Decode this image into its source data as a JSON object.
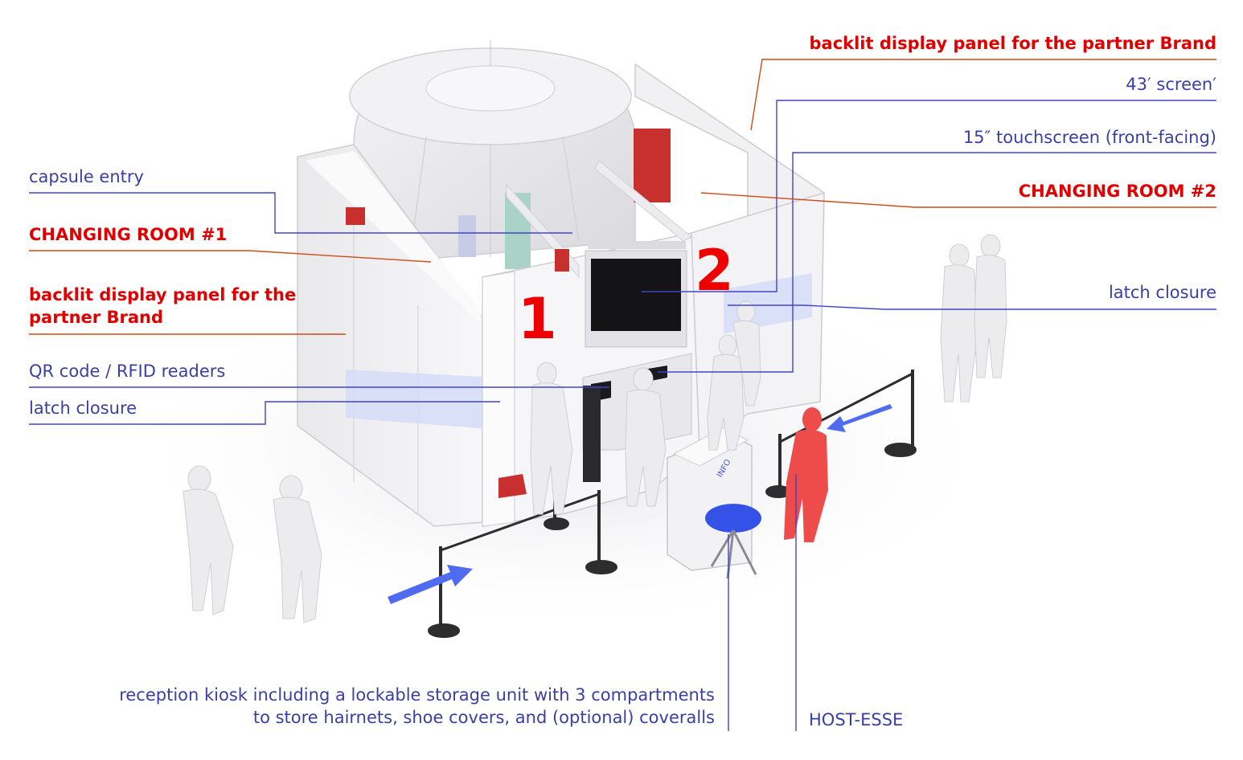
{
  "labels": {
    "capsule_entry": "capsule entry",
    "changing_room_1": "CHANGING ROOM #1",
    "backlit_left_line1": "backlit display panel for the",
    "backlit_left_line2": "partner Brand",
    "qr_rfid": "QR code / RFID readers",
    "latch_left": "latch closure",
    "backlit_top": "backlit display panel for the partner Brand",
    "screen_43": "43′ screen′",
    "touchscreen_15": "15″ touchscreen (front-facing)",
    "changing_room_2": "CHANGING ROOM #2",
    "latch_right": "latch closure",
    "kiosk_line1": "reception kiosk including a lockable storage unit with 3 compartments",
    "kiosk_line2": "to store hairnets, shoe covers, and (optional) coveralls",
    "host_esse": "HOST-ESSE",
    "door_number_1": "1",
    "door_number_2": "2",
    "info_sign": "INFO"
  },
  "colors": {
    "blue_line": "#3f45c7",
    "red_line": "#cc4a16",
    "red_text": "#e00000",
    "blue_text": "#3a3fa6",
    "accent_red": "#d9292b",
    "accent_blue": "#4f6bf0"
  }
}
